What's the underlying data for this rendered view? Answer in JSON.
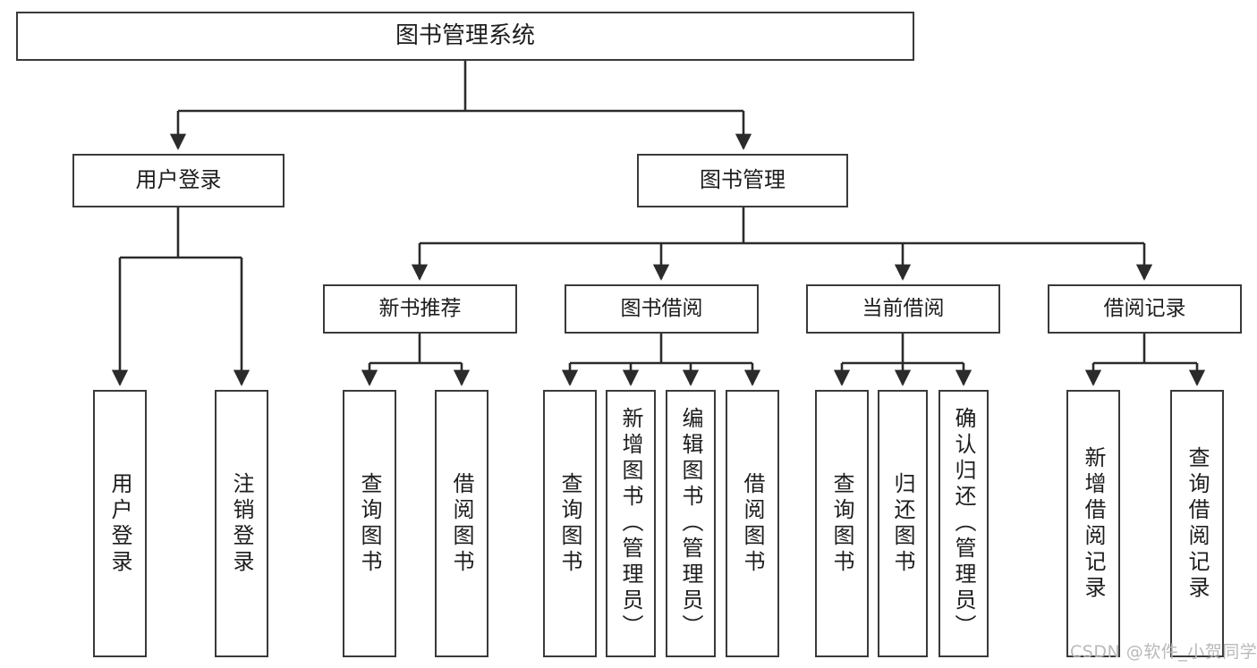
{
  "diagram": {
    "title": "图书管理系统",
    "type": "tree-structure-diagram",
    "root": {
      "label": "图书管理系统"
    },
    "level1": [
      {
        "label": "用户登录"
      },
      {
        "label": "图书管理"
      }
    ],
    "level2": [
      {
        "label": "新书推荐"
      },
      {
        "label": "图书借阅"
      },
      {
        "label": "当前借阅"
      },
      {
        "label": "借阅记录"
      }
    ],
    "leaves": {
      "user_login": [
        {
          "label": "用户登录"
        },
        {
          "label": "注销登录"
        }
      ],
      "new_book_recommend": [
        {
          "label": "查询图书"
        },
        {
          "label": "借阅图书"
        }
      ],
      "book_borrow": [
        {
          "label": "查询图书"
        },
        {
          "label": "新增图书（管理员）"
        },
        {
          "label": "编辑图书（管理员）"
        },
        {
          "label": "借阅图书"
        }
      ],
      "current_borrow": [
        {
          "label": "查询图书"
        },
        {
          "label": "归还图书"
        },
        {
          "label": "确认归还（管理员）"
        }
      ],
      "borrow_record": [
        {
          "label": "新增借阅记录"
        },
        {
          "label": "查询借阅记录"
        }
      ]
    }
  },
  "watermark": {
    "text": "CSDN @软件_小贺同学"
  },
  "colors": {
    "background": "#ffffff",
    "box_border": "#3a3a3a",
    "box_fill": "#ffffff",
    "connector": "#2b2b2b",
    "text": "#1d1d1d",
    "watermark": "#b9b9b9"
  }
}
